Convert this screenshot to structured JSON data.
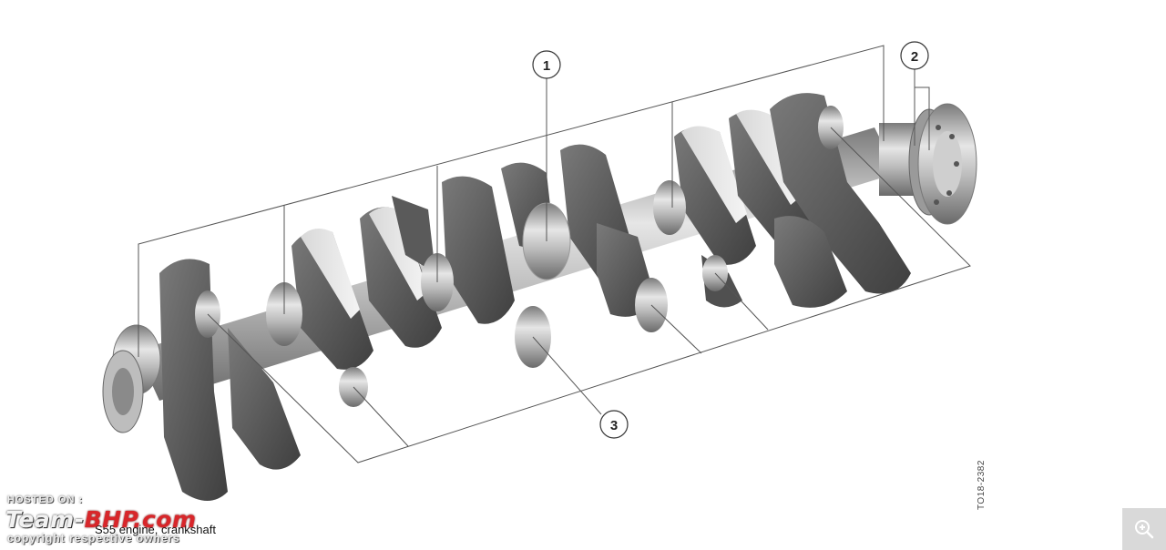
{
  "figure": {
    "callouts": [
      "1",
      "2",
      "3"
    ],
    "reference_code": "TO18-2382",
    "caption": "S55 engine, crankshaft"
  },
  "watermark": {
    "hosted_on": "HOSTED ON :",
    "brand_part1": "Team-",
    "brand_part2": "BHP",
    "brand_part3": ".com",
    "copyright": "copyright respective owners"
  },
  "colors": {
    "metal_dark": "#5c5c5c",
    "metal_light": "#c8c8c8",
    "brand_red": "#d8262a",
    "leader_line": "#555555"
  },
  "controls": {
    "zoom_icon": "zoom-in-icon"
  }
}
